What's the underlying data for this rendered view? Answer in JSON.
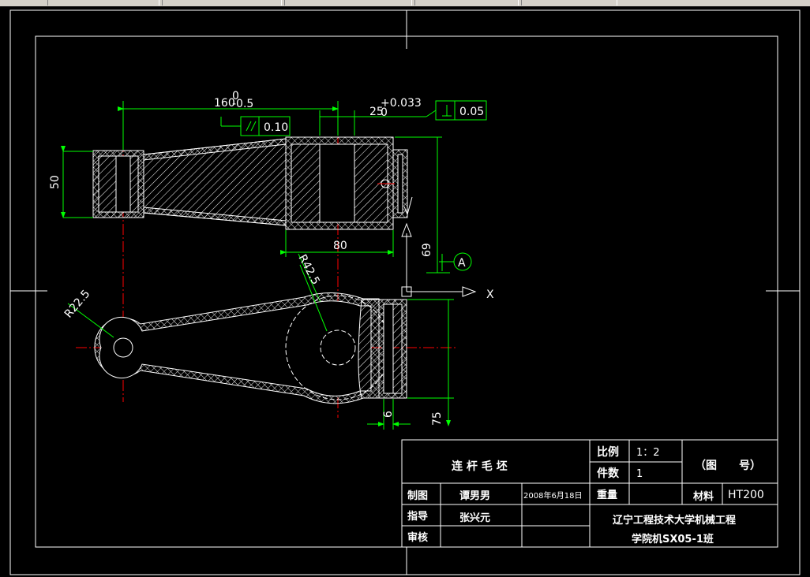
{
  "dims": {
    "len160": "160",
    "len160_tol_upper": "0",
    "len160_tol_lower": "-0.5",
    "bore25": "25",
    "bore25_tol_upper": "+0.033",
    "bore25_tol_lower": "0",
    "parallel_tol": "0.10",
    "perp_tol": "0.05",
    "h50": "50",
    "w80": "80",
    "h69": "69",
    "r42": "R42.5",
    "r22": "R22.5",
    "h75": "75",
    "w6": "6",
    "datum": "A",
    "axis_x": "X"
  },
  "title_block": {
    "part_name": "连 杆 毛 坯",
    "scale_label": "比例",
    "scale_value": "1：2",
    "qty_label": "件数",
    "qty_value": "1",
    "drawing_no": "（图　　号）",
    "drawn_label": "制图",
    "drawn_name": "谭男男",
    "drawn_date": "2008年6月18日",
    "weight_label": "重量",
    "material_label": "材料",
    "material_value": "HT200",
    "guide_label": "指导",
    "guide_name": "张兴元",
    "review_label": "审核",
    "school_line1": "辽宁工程技术大学机械工程",
    "school_line2": "学院机SX05-1班"
  }
}
